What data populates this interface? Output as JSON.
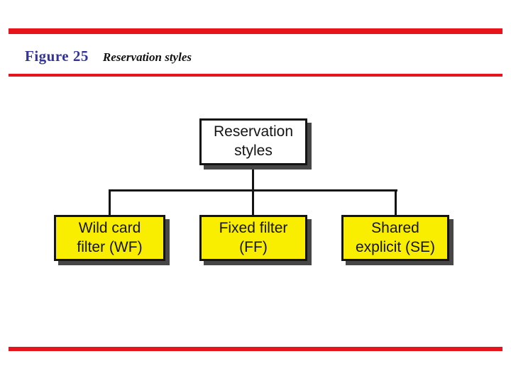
{
  "header": {
    "figure_label": "Figure 25",
    "figure_title": "Reservation styles"
  },
  "colors": {
    "accent_red": "#e8141c",
    "title_blue": "#333399",
    "box_yellow": "#f9ee00",
    "box_white": "#ffffff",
    "shadow_gray": "#474747",
    "line_black": "#141414"
  },
  "diagram": {
    "root": {
      "label": "Reservation styles",
      "lines": [
        "Reservation",
        "styles"
      ]
    },
    "children": [
      {
        "label": "Wild card filter (WF)",
        "lines": [
          "Wild card",
          "filter (WF)"
        ]
      },
      {
        "label": "Fixed filter (FF)",
        "lines": [
          "Fixed filter",
          "(FF)"
        ]
      },
      {
        "label": "Shared explicit (SE)",
        "lines": [
          "Shared",
          "explicit (SE)"
        ]
      }
    ]
  }
}
